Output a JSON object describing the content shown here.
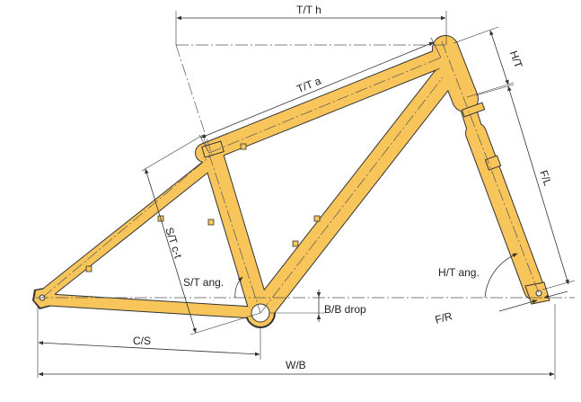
{
  "colors": {
    "frame": "#F8C55A",
    "outline": "#333333",
    "dimension": "#333333",
    "centerline": "#555555"
  },
  "labels": {
    "tt_h": "T/T h",
    "tt_a": "T/T a",
    "ht": "H/T",
    "fl": "F/L",
    "st_ctt": "S/T c-t",
    "st_ang": "S/T ang.",
    "bb_drop": "B/B drop",
    "ht_ang": "H/T ang.",
    "fr": "F/R",
    "cs": "C/S",
    "wb": "W/B"
  }
}
